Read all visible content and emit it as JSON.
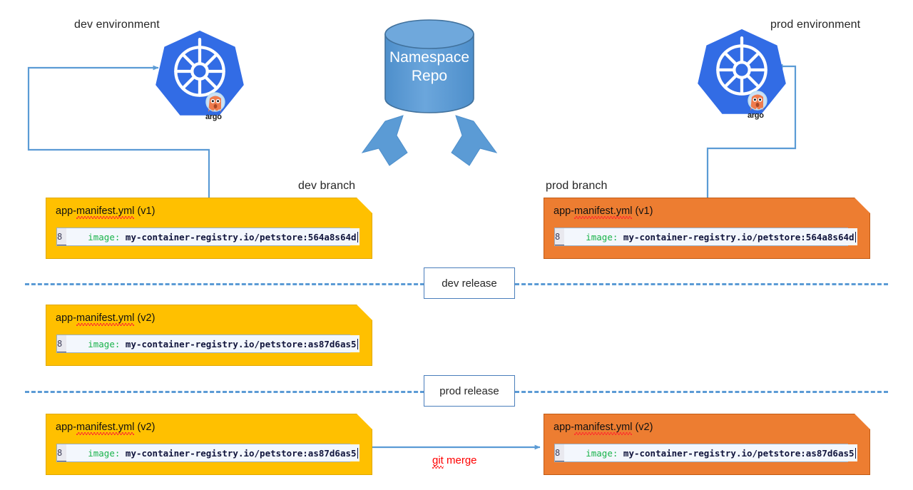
{
  "diagram": {
    "title": "GitOps namespace repo branch promotion diagram",
    "colors": {
      "dev_card": "#FFC000",
      "dev_card_border": "#E0A800",
      "prod_card": "#ED7D31",
      "prod_card_border": "#C15A14",
      "connector_blue": "#5B9BD5",
      "k8s_blue": "#326CE5",
      "repo_blue": "#5B9BD5",
      "repo_blue_dark": "#41719C",
      "argo_orange": "#EF7B4D",
      "git_merge_red": "#FF0000",
      "code_keyword_green": "#19B34A",
      "code_text_navy": "#10143C"
    }
  },
  "labels": {
    "dev_environment": "dev environment",
    "prod_environment": "prod environment",
    "dev_branch": "dev branch",
    "prod_branch": "prod branch",
    "dev_release": "dev release",
    "prod_release": "prod release",
    "git_merge_prefix": "git",
    "git_merge_suffix": " merge"
  },
  "repo": {
    "name": "repo-cylinder",
    "line1": "Namespace",
    "line2": "Repo"
  },
  "environments": [
    {
      "id": "dev",
      "icon": "kubernetes-icon",
      "gitops_tool": "argo",
      "wordmark": "argo"
    },
    {
      "id": "prod",
      "icon": "kubernetes-icon",
      "gitops_tool": "argo",
      "wordmark": "argo"
    }
  ],
  "cards": [
    {
      "id": "dev-v1",
      "branch": "dev",
      "theme": "dev",
      "title_prefix": "app-",
      "title_squiggle": "manifest.yml",
      "title_suffix": " (v1)",
      "code": {
        "line_number": "8",
        "key": "image:",
        "value": " my-container-registry.io/petstore:564a8s64d",
        "image_repo": "my-container-registry.io/petstore",
        "image_tag": "564a8s64d"
      }
    },
    {
      "id": "prod-v1",
      "branch": "prod",
      "theme": "prod",
      "title_prefix": "app-",
      "title_squiggle": "manifest.yml",
      "title_suffix": " (v1)",
      "code": {
        "line_number": "8",
        "key": "image:",
        "value": " my-container-registry.io/petstore:564a8s64d",
        "image_repo": "my-container-registry.io/petstore",
        "image_tag": "564a8s64d"
      }
    },
    {
      "id": "dev-v2",
      "branch": "dev",
      "theme": "dev",
      "title_prefix": "app-",
      "title_squiggle": "manifest.yml",
      "title_suffix": " (v2)",
      "code": {
        "line_number": "8",
        "key": "image:",
        "value": " my-container-registry.io/petstore:as87d6as5",
        "image_repo": "my-container-registry.io/petstore",
        "image_tag": "as87d6as5"
      }
    },
    {
      "id": "dev-v2-bottom",
      "branch": "dev",
      "theme": "dev",
      "title_prefix": "app-",
      "title_squiggle": "manifest.yml",
      "title_suffix": " (v2)",
      "code": {
        "line_number": "8",
        "key": "image:",
        "value": " my-container-registry.io/petstore:as87d6as5",
        "image_repo": "my-container-registry.io/petstore",
        "image_tag": "as87d6as5"
      }
    },
    {
      "id": "prod-v2",
      "branch": "prod",
      "theme": "prod",
      "title_prefix": "app-",
      "title_squiggle": "manifest.yml",
      "title_suffix": " (v2)",
      "code": {
        "line_number": "8",
        "key": "image:",
        "value": " my-container-registry.io/petstore:as87d6as5",
        "image_repo": "my-container-registry.io/petstore",
        "image_tag": "as87d6as5"
      }
    }
  ]
}
